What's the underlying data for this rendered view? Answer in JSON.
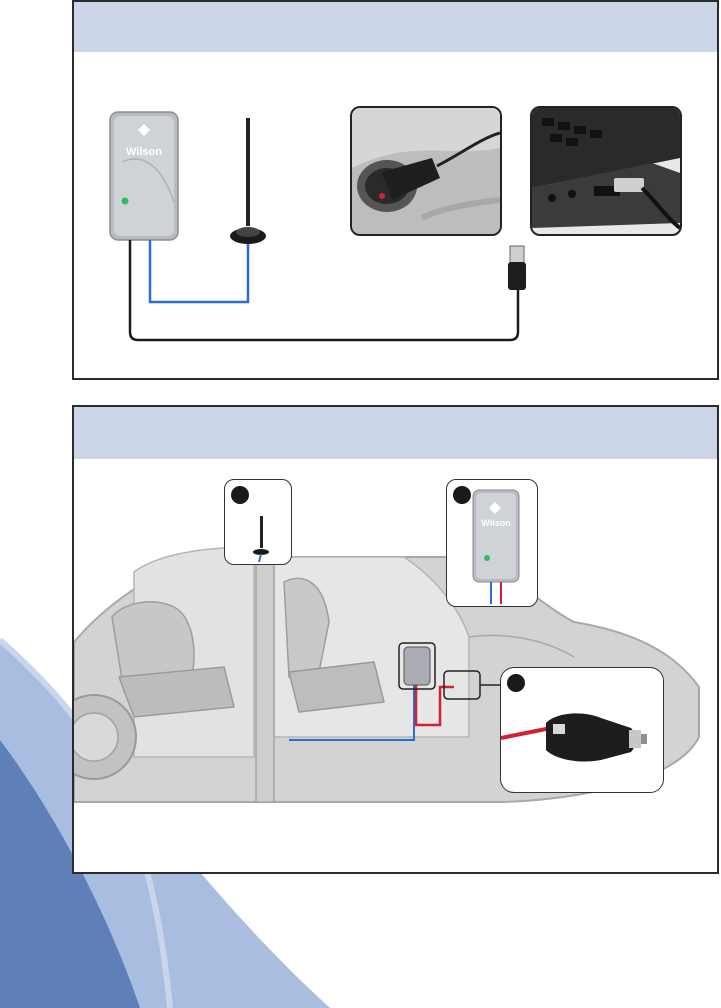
{
  "brand": {
    "logo_text": "Wilson"
  },
  "panel_top": {
    "title": "",
    "components": [
      "booster-unit-icon",
      "magnet-mount-antenna-icon",
      "usb-plug-icon"
    ],
    "photos": [
      "cigarette-lighter-adapter-photo",
      "laptop-usb-port-photo"
    ]
  },
  "panel_bottom": {
    "title": "",
    "callouts": [
      {
        "number": "",
        "subject": "antenna-icon"
      },
      {
        "number": "",
        "subject": "booster-unit-icon"
      },
      {
        "number": "",
        "subject": "car-adapter-icon"
      }
    ]
  },
  "colors": {
    "header": "#ccd5e8",
    "coax_cable": "#2a6fd0",
    "power_cable": "#d42030",
    "wave_dark": "#5f7fb8",
    "wave_light": "#a9bde0"
  }
}
